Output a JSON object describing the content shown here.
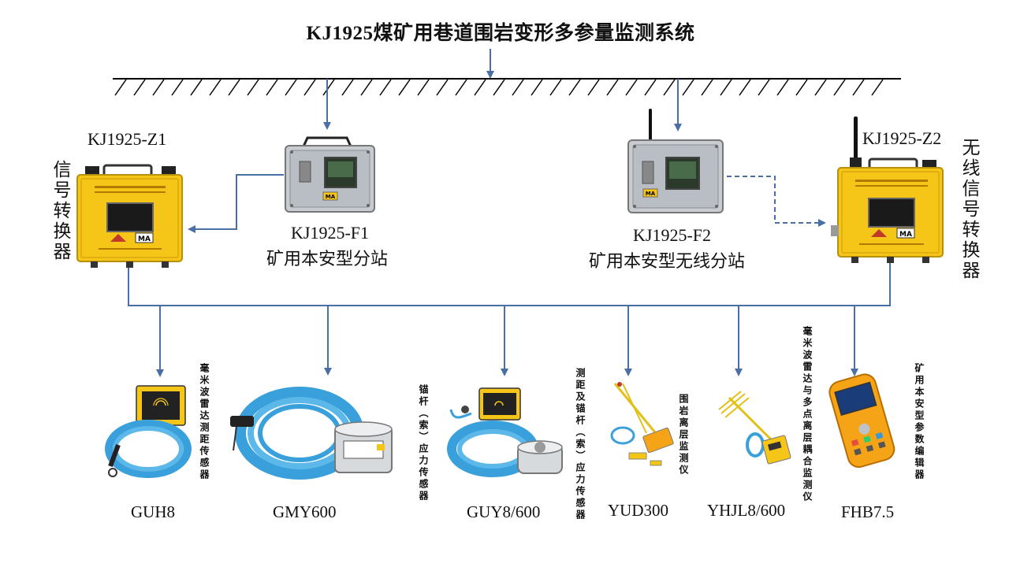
{
  "title": "KJ1925煤矿用巷道围岩变形多参量监测系统",
  "converter_z1": {
    "model": "KJ1925-Z1",
    "desc": "信号转换器"
  },
  "converter_z2": {
    "model": "KJ1925-Z2",
    "desc": "无线信号转换器"
  },
  "substation_f1": {
    "model": "KJ1925-F1",
    "desc": "矿用本安型分站",
    "badge": "MA"
  },
  "substation_f2": {
    "model": "KJ1925-F2",
    "desc": "矿用本安型无线分站",
    "badge": "MA"
  },
  "converter_badge": "MA",
  "sensors": [
    {
      "model": "GUH8",
      "desc": "毫米波雷达测距传感器"
    },
    {
      "model": "GMY600",
      "desc": "锚杆（索）应力传感器"
    },
    {
      "model": "GUY8/600",
      "desc": "测距及锚杆（索）应力传感器"
    },
    {
      "model": "YUD300",
      "desc": "围岩离层监测仪"
    },
    {
      "model": "YHJL8/600",
      "desc": "毫米波雷达与多点离层耦合监测仪"
    },
    {
      "model": "FHB7.5",
      "desc": "矿用本安型参数编辑器"
    }
  ],
  "colors": {
    "line": "#4a6fa5",
    "yellow": "#f5c518",
    "steel": "#c8ccd0",
    "cable": "#3aa0dc"
  }
}
